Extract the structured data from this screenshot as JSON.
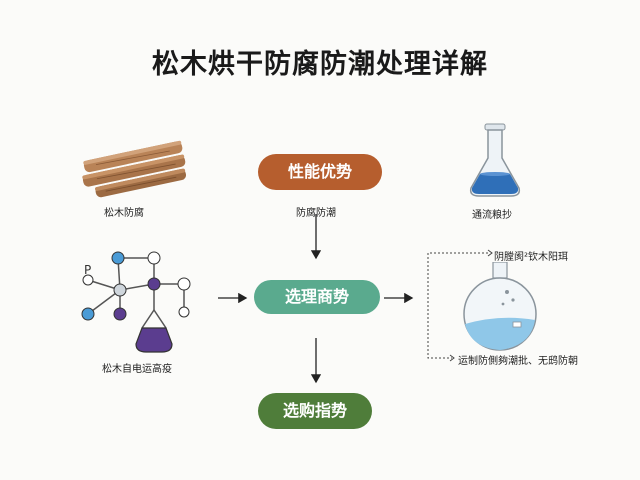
{
  "title": "松木烘干防腐防潮处理详解",
  "boxes": {
    "top": "性能优势",
    "middle": "选理商势",
    "bottom": "选购指势"
  },
  "labels": {
    "wood": "松木防腐",
    "under_top_box": "防腐防潮",
    "flask_top": "通流粮抄",
    "molecule": "松木自电运高疫",
    "right_top": "阴膛阂²钦木阳珥",
    "right_bottom": "运制防側夠潮批、无鸱防朝"
  },
  "colors": {
    "top_box": "#b65e2e",
    "middle_box": "#5aaa8e",
    "bottom_box": "#4f7d3a",
    "wood": "#a9744a",
    "node_blue": "#4a9bd6",
    "node_purple": "#5b3d8f",
    "flask_liquid": "#2f6fb8",
    "sphere_liquid": "#8fc7e8"
  },
  "icons": [
    "wood-logs-icon",
    "flask-icon",
    "molecule-icon",
    "round-flask-icon"
  ]
}
